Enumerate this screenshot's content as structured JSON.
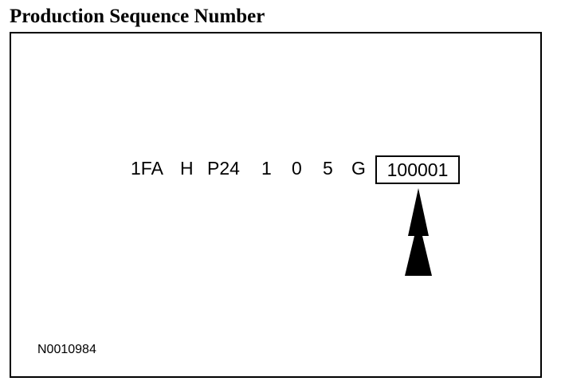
{
  "title": "Production Sequence Number",
  "vin": {
    "segments": [
      "1FA",
      "H",
      "P24",
      "1",
      "0",
      "5",
      "G"
    ],
    "sequence_number": "100001"
  },
  "figure_id": "N0010984",
  "icons": {
    "pointer": "up-arrow-icon"
  },
  "colors": {
    "ink": "#000000",
    "background": "#ffffff"
  }
}
